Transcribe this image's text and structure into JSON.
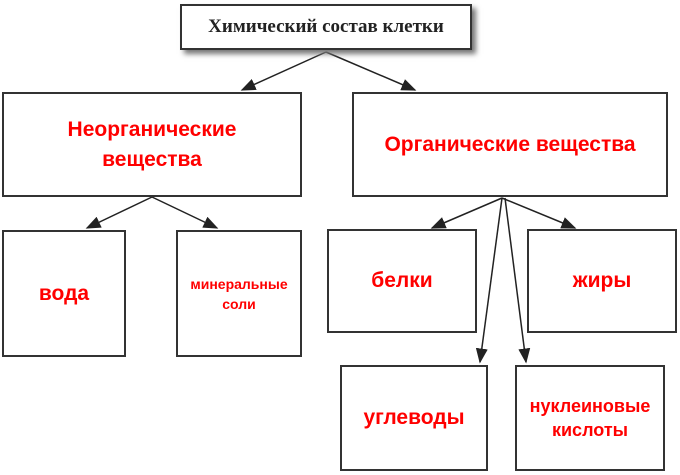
{
  "title": "Химический состав клетки",
  "inorganic": {
    "label": "Неорганические вещества",
    "children": [
      "вода",
      "минеральные соли"
    ]
  },
  "organic": {
    "label": "Органические вещества",
    "children": [
      "белки",
      "жиры",
      "углеводы",
      "нуклеиновые кислоты"
    ]
  },
  "colors": {
    "label_text": "#ff0000",
    "border": "#333333"
  }
}
